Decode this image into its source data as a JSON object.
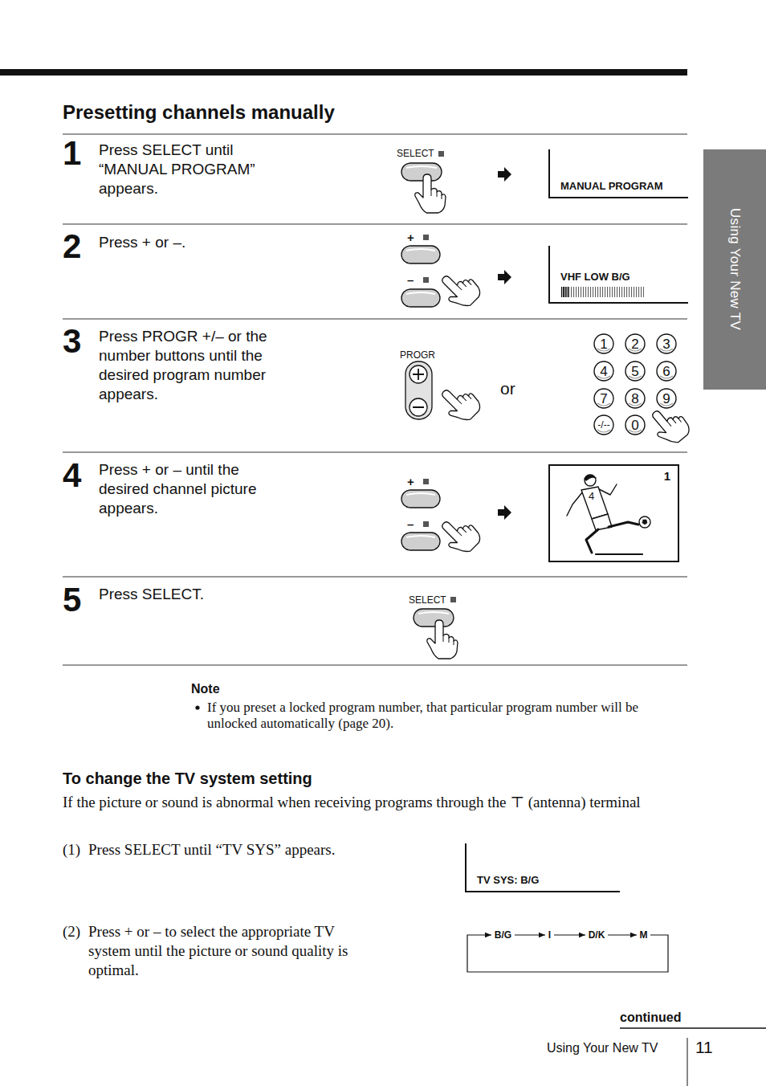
{
  "diagram": {
    "title": "Presetting channels manually",
    "nodes": [
      {
        "text": [
          "Using Your New TV"
        ]
      },
      {
        "text": [
          "MANUAL PROGRAM"
        ]
      },
      {
        "text": [
          "VHF LOW B/G"
        ]
      },
      {
        "text": [
          "1"
        ]
      },
      {
        "text": [
          "2"
        ]
      },
      {
        "text": [
          "3"
        ]
      },
      {
        "text": [
          "4"
        ]
      },
      {
        "text": [
          "5"
        ]
      },
      {
        "text": [
          "6"
        ]
      },
      {
        "text": [
          "7"
        ]
      },
      {
        "text": [
          "8"
        ]
      },
      {
        "text": [
          "9"
        ]
      },
      {
        "text": [
          "-/--"
        ]
      },
      {
        "text": [
          "0"
        ]
      },
      {
        "text": [
          "1"
        ]
      },
      {
        "text": [
          "TV SYS: B/G"
        ]
      },
      {
        "text": [
          "B/G"
        ]
      },
      {
        "text": [
          "I"
        ]
      },
      {
        "text": [
          "D/K"
        ]
      },
      {
        "text": [
          "M"
        ]
      }
    ],
    "edges": [
      {
        "from": 16,
        "to": 17,
        "arrow": "to"
      },
      {
        "from": 17,
        "to": 18,
        "arrow": "to"
      },
      {
        "from": 18,
        "to": 19,
        "arrow": "to"
      },
      {
        "from": 19,
        "to": 16,
        "arrow": "to"
      }
    ],
    "labels": [
      "1",
      "Press SELECT until “MANUAL PROGRAM” appears.",
      "SELECT",
      "2",
      "Press + or –.",
      "+",
      "–",
      "3",
      "Press PROGR +/– or the number buttons until the desired program number appears.",
      "PROGR",
      "or",
      "4",
      "Press + or – until the desired channel picture appears.",
      "+",
      "–",
      "4",
      "5",
      "Press SELECT.",
      "SELECT",
      "Note",
      "If you preset a locked program number, that particular program number will be unlocked automatically (page 20).",
      "To change the TV system setting",
      "If the picture or sound is abnormal when receiving programs through the ⊤ (antenna) terminal",
      "(1)",
      "Press SELECT until “TV SYS” appears.",
      "(2)",
      "Press + or – to select the appropriate TV system until the picture or sound quality is optimal.",
      "continued",
      "Using Your New TV",
      "11"
    ]
  }
}
